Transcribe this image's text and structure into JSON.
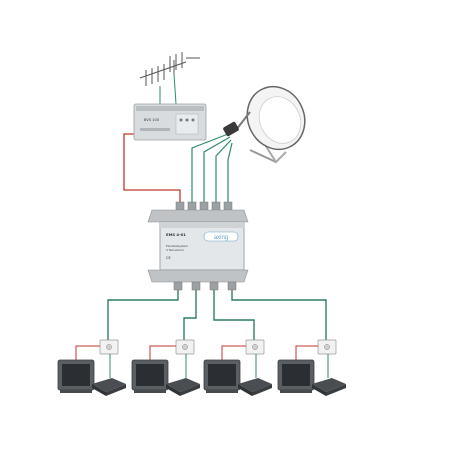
{
  "amplifier": {
    "model": "BVS 100"
  },
  "multiswitch": {
    "model": "EMS 4-01",
    "brand": "axing",
    "line1": "Einkabelsystem",
    "line2": "4 Teilnehmer",
    "mark": "CE"
  },
  "colors": {
    "background": "#ffffff",
    "cable_terrestrial": "#c0392b",
    "cable_sat": "#2e8b6f",
    "cable_output": "#2f7d66",
    "device_body": "#cfd3d6",
    "device_dark": "#8c9296",
    "brand_accent": "#6aa2c8"
  },
  "rooms_count_label": ""
}
